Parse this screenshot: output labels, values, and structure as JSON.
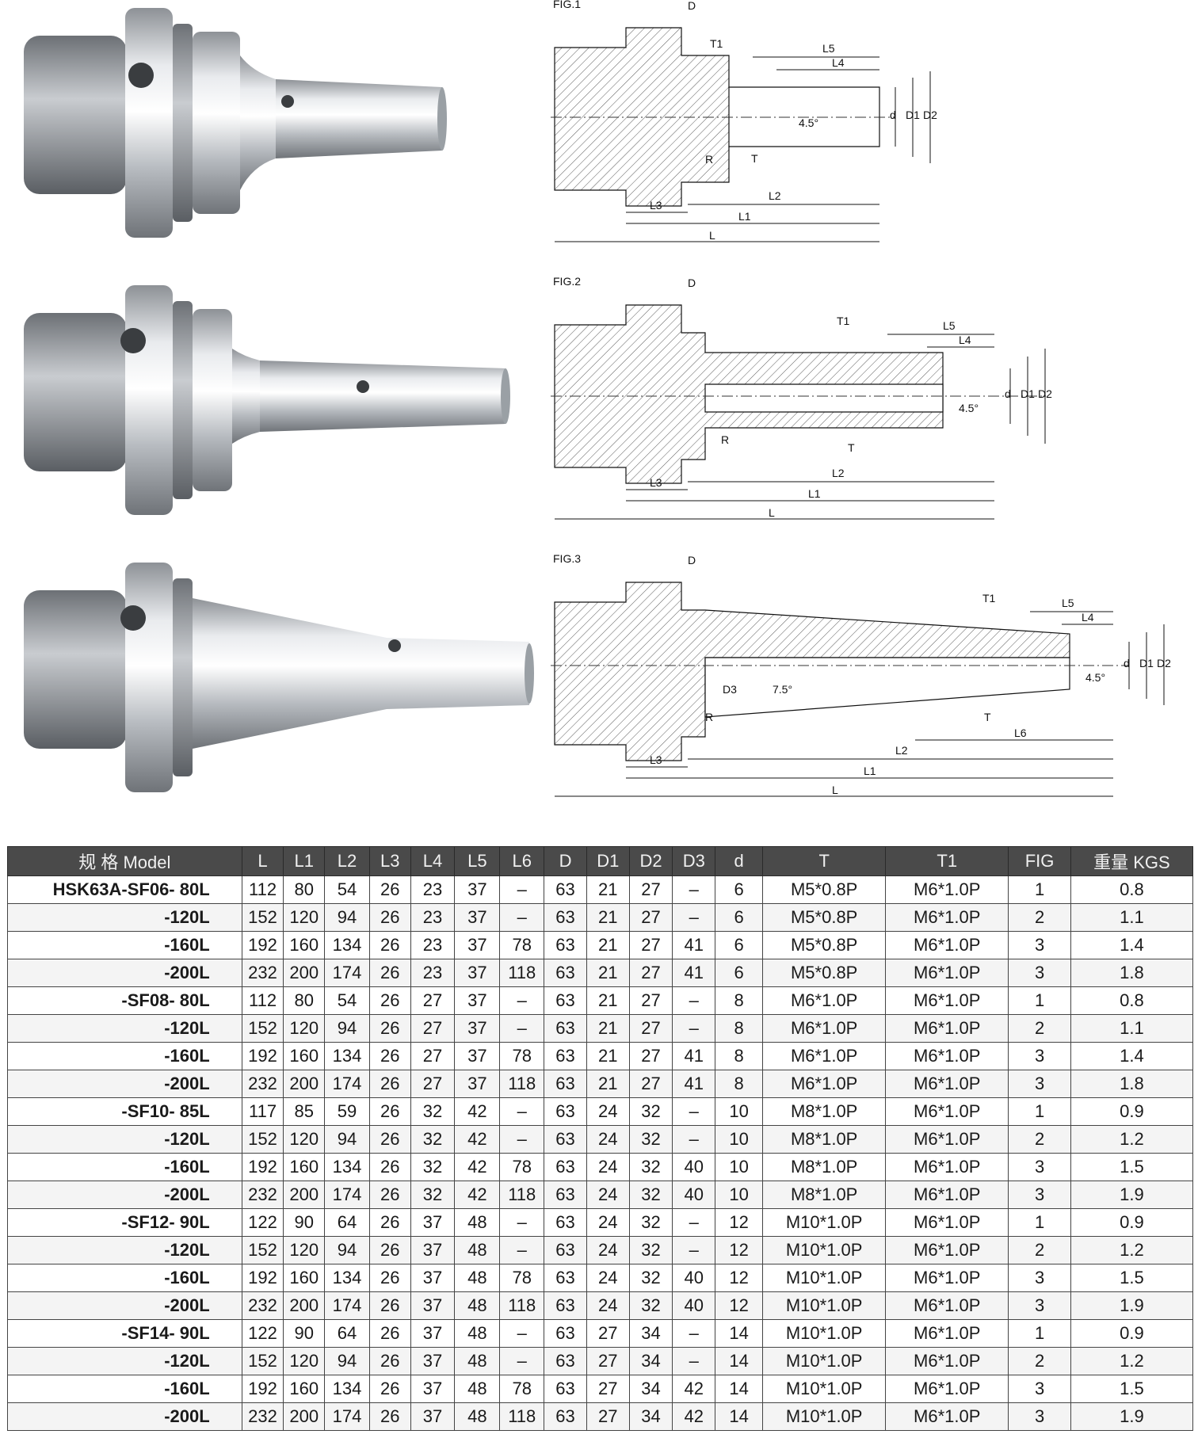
{
  "figures": [
    {
      "label": "FIG.1",
      "dims": {
        "D": "D",
        "T1": "T1",
        "L5": "L5",
        "L4": "L4",
        "d": "d",
        "D1": "D1",
        "D2": "D2",
        "angle": "4.5°",
        "R": "R",
        "T": "T",
        "L2": "L2",
        "L3": "L3",
        "L1": "L1",
        "L": "L"
      }
    },
    {
      "label": "FIG.2",
      "dims": {
        "D": "D",
        "T1": "T1",
        "L5": "L5",
        "L4": "L4",
        "d": "d",
        "D1": "D1",
        "D2": "D2",
        "angle": "4.5°",
        "R": "R",
        "T": "T",
        "L2": "L2",
        "L3": "L3",
        "L1": "L1",
        "L": "L"
      }
    },
    {
      "label": "FIG.3",
      "dims": {
        "D": "D",
        "T1": "T1",
        "L5": "L5",
        "L4": "L4",
        "d": "d",
        "D1": "D1",
        "D2": "D2",
        "angle": "4.5°",
        "angle2": "7.5°",
        "D3": "D3",
        "R": "R",
        "T": "T",
        "L6": "L6",
        "L2": "L2",
        "L3": "L3",
        "L1": "L1",
        "L": "L"
      }
    }
  ],
  "table": {
    "headers": [
      "规 格 Model",
      "L",
      "L1",
      "L2",
      "L3",
      "L4",
      "L5",
      "L6",
      "D",
      "D1",
      "D2",
      "D3",
      "d",
      "T",
      "T1",
      "FIG",
      "重量 KGS"
    ],
    "rows": [
      [
        "HSK63A-SF06- 80L",
        "112",
        "80",
        "54",
        "26",
        "23",
        "37",
        "–",
        "63",
        "21",
        "27",
        "–",
        "6",
        "M5*0.8P",
        "M6*1.0P",
        "1",
        "0.8"
      ],
      [
        "-120L",
        "152",
        "120",
        "94",
        "26",
        "23",
        "37",
        "–",
        "63",
        "21",
        "27",
        "–",
        "6",
        "M5*0.8P",
        "M6*1.0P",
        "2",
        "1.1"
      ],
      [
        "-160L",
        "192",
        "160",
        "134",
        "26",
        "23",
        "37",
        "78",
        "63",
        "21",
        "27",
        "41",
        "6",
        "M5*0.8P",
        "M6*1.0P",
        "3",
        "1.4"
      ],
      [
        "-200L",
        "232",
        "200",
        "174",
        "26",
        "23",
        "37",
        "118",
        "63",
        "21",
        "27",
        "41",
        "6",
        "M5*0.8P",
        "M6*1.0P",
        "3",
        "1.8"
      ],
      [
        "-SF08- 80L",
        "112",
        "80",
        "54",
        "26",
        "27",
        "37",
        "–",
        "63",
        "21",
        "27",
        "–",
        "8",
        "M6*1.0P",
        "M6*1.0P",
        "1",
        "0.8"
      ],
      [
        "-120L",
        "152",
        "120",
        "94",
        "26",
        "27",
        "37",
        "–",
        "63",
        "21",
        "27",
        "–",
        "8",
        "M6*1.0P",
        "M6*1.0P",
        "2",
        "1.1"
      ],
      [
        "-160L",
        "192",
        "160",
        "134",
        "26",
        "27",
        "37",
        "78",
        "63",
        "21",
        "27",
        "41",
        "8",
        "M6*1.0P",
        "M6*1.0P",
        "3",
        "1.4"
      ],
      [
        "-200L",
        "232",
        "200",
        "174",
        "26",
        "27",
        "37",
        "118",
        "63",
        "21",
        "27",
        "41",
        "8",
        "M6*1.0P",
        "M6*1.0P",
        "3",
        "1.8"
      ],
      [
        "-SF10- 85L",
        "117",
        "85",
        "59",
        "26",
        "32",
        "42",
        "–",
        "63",
        "24",
        "32",
        "–",
        "10",
        "M8*1.0P",
        "M6*1.0P",
        "1",
        "0.9"
      ],
      [
        "-120L",
        "152",
        "120",
        "94",
        "26",
        "32",
        "42",
        "–",
        "63",
        "24",
        "32",
        "–",
        "10",
        "M8*1.0P",
        "M6*1.0P",
        "2",
        "1.2"
      ],
      [
        "-160L",
        "192",
        "160",
        "134",
        "26",
        "32",
        "42",
        "78",
        "63",
        "24",
        "32",
        "40",
        "10",
        "M8*1.0P",
        "M6*1.0P",
        "3",
        "1.5"
      ],
      [
        "-200L",
        "232",
        "200",
        "174",
        "26",
        "32",
        "42",
        "118",
        "63",
        "24",
        "32",
        "40",
        "10",
        "M8*1.0P",
        "M6*1.0P",
        "3",
        "1.9"
      ],
      [
        "-SF12- 90L",
        "122",
        "90",
        "64",
        "26",
        "37",
        "48",
        "–",
        "63",
        "24",
        "32",
        "–",
        "12",
        "M10*1.0P",
        "M6*1.0P",
        "1",
        "0.9"
      ],
      [
        "-120L",
        "152",
        "120",
        "94",
        "26",
        "37",
        "48",
        "–",
        "63",
        "24",
        "32",
        "–",
        "12",
        "M10*1.0P",
        "M6*1.0P",
        "2",
        "1.2"
      ],
      [
        "-160L",
        "192",
        "160",
        "134",
        "26",
        "37",
        "48",
        "78",
        "63",
        "24",
        "32",
        "40",
        "12",
        "M10*1.0P",
        "M6*1.0P",
        "3",
        "1.5"
      ],
      [
        "-200L",
        "232",
        "200",
        "174",
        "26",
        "37",
        "48",
        "118",
        "63",
        "24",
        "32",
        "40",
        "12",
        "M10*1.0P",
        "M6*1.0P",
        "3",
        "1.9"
      ],
      [
        "-SF14- 90L",
        "122",
        "90",
        "64",
        "26",
        "37",
        "48",
        "–",
        "63",
        "27",
        "34",
        "–",
        "14",
        "M10*1.0P",
        "M6*1.0P",
        "1",
        "0.9"
      ],
      [
        "-120L",
        "152",
        "120",
        "94",
        "26",
        "37",
        "48",
        "–",
        "63",
        "27",
        "34",
        "–",
        "14",
        "M10*1.0P",
        "M6*1.0P",
        "2",
        "1.2"
      ],
      [
        "-160L",
        "192",
        "160",
        "134",
        "26",
        "37",
        "48",
        "78",
        "63",
        "27",
        "34",
        "42",
        "14",
        "M10*1.0P",
        "M6*1.0P",
        "3",
        "1.5"
      ],
      [
        "-200L",
        "232",
        "200",
        "174",
        "26",
        "37",
        "48",
        "118",
        "63",
        "27",
        "34",
        "42",
        "14",
        "M10*1.0P",
        "M6*1.0P",
        "3",
        "1.9"
      ]
    ]
  }
}
